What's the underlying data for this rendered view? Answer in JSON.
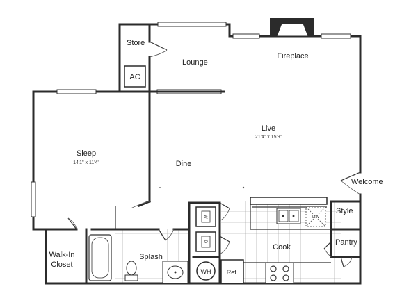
{
  "rooms": {
    "store": "Store",
    "ac": "AC",
    "lounge": "Lounge",
    "fireplace": "Fireplace",
    "live": "Live",
    "live_dims": "21'4\" x 15'9\"",
    "sleep": "Sleep",
    "sleep_dims": "14'1\" x 11'4\"",
    "dine": "Dine",
    "welcome": "Welcome",
    "style": "Style",
    "pantry": "Pantry",
    "cook": "Cook",
    "splash": "Splash",
    "walk_in_1": "Walk-In",
    "walk_in_2": "Closet",
    "ref": "Ref.",
    "wh": "WH",
    "dw": "DW",
    "washer": "W",
    "dryer": "D"
  }
}
